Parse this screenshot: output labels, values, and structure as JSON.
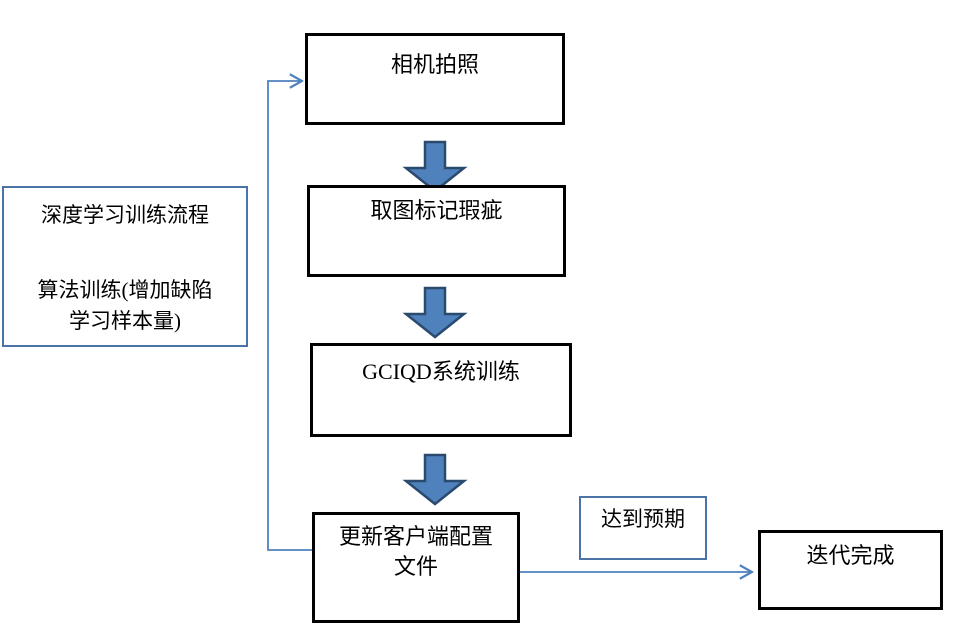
{
  "colors": {
    "background": "#ffffff",
    "process_border": "#000000",
    "note_border": "#4a74a8",
    "block_arrow_fill": "#4f81bd",
    "block_arrow_outline": "#2a4a6e",
    "connector_line": "#4f81bd",
    "text": "#000000"
  },
  "flowchart": {
    "side_note": {
      "lines": [
        "深度学习训练流程",
        "算法训练(增加缺陷",
        "学习样本量)"
      ]
    },
    "step_camera": {
      "label": "相机拍照"
    },
    "step_mark": {
      "label": "取图标记瑕疵"
    },
    "step_train": {
      "label": "GCIQD系统训练"
    },
    "step_update": {
      "lines": [
        "更新客户端配置",
        "文件"
      ]
    },
    "condition": {
      "label": "达到预期"
    },
    "end_node": {
      "label": "迭代完成"
    }
  }
}
